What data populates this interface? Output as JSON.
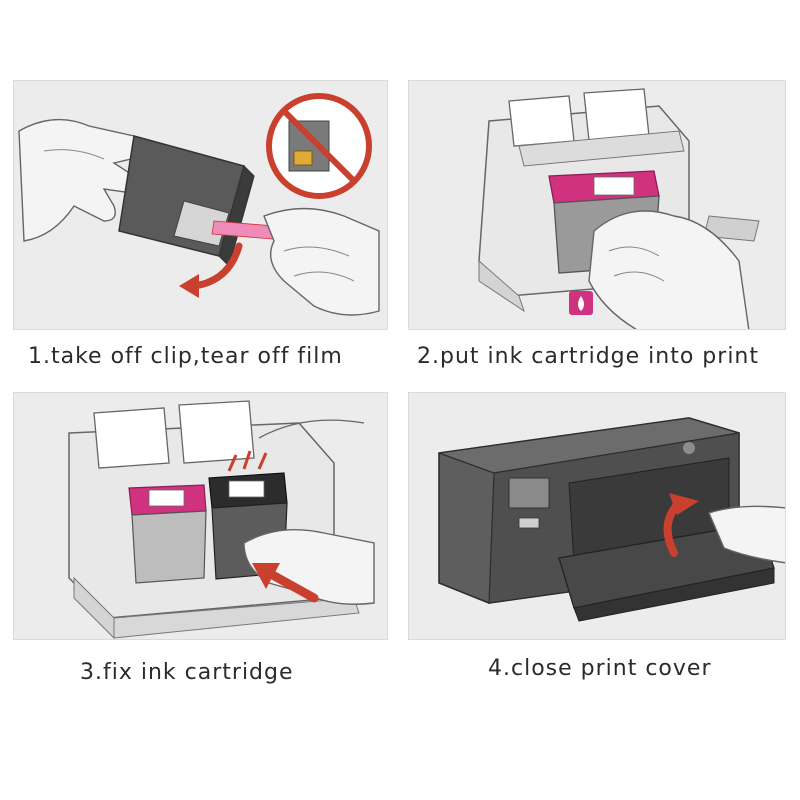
{
  "steps": [
    {
      "caption": "1.take off clip,tear off film",
      "icon": "hand-peeling-film"
    },
    {
      "caption": "2.put ink cartridge into print",
      "icon": "hand-inserting-color-cartridge"
    },
    {
      "caption": "3.fix ink cartridge",
      "icon": "cartridges-seated-in-carriage"
    },
    {
      "caption": "4.close print cover",
      "icon": "printer-closing-cover"
    }
  ],
  "colors": {
    "panel": "#ececec",
    "magenta": "#d0327f",
    "arrow_red": "#c9402f",
    "line": "#666666"
  }
}
